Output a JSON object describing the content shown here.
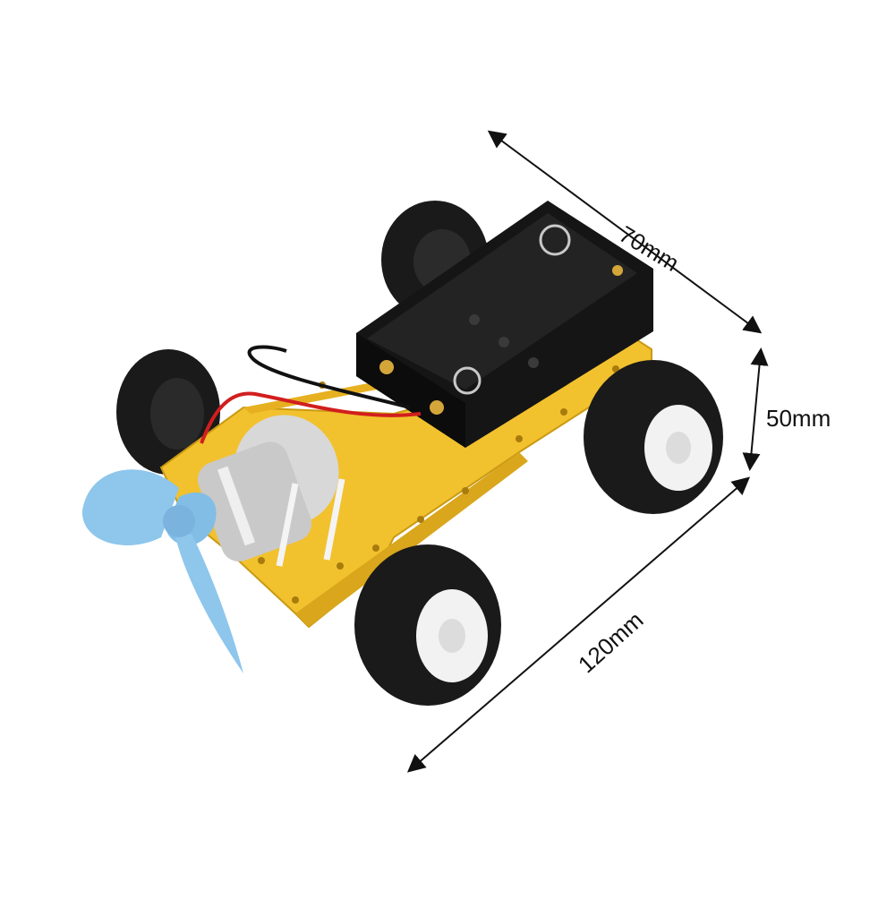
{
  "dimensions": {
    "width": "70mm",
    "height": "50mm",
    "length": "120mm"
  },
  "colors": {
    "chassis": "#f2c12e",
    "battery_box": "#151515",
    "tire": "#1a1a1a",
    "hub": "#f2f2f2",
    "propeller": "#8ec6ec",
    "motor": "#c9c9c9",
    "wire_red": "#d21e1e",
    "wire_black": "#111111",
    "arrow": "#111111"
  },
  "icons": [
    "toy-car-photo"
  ]
}
